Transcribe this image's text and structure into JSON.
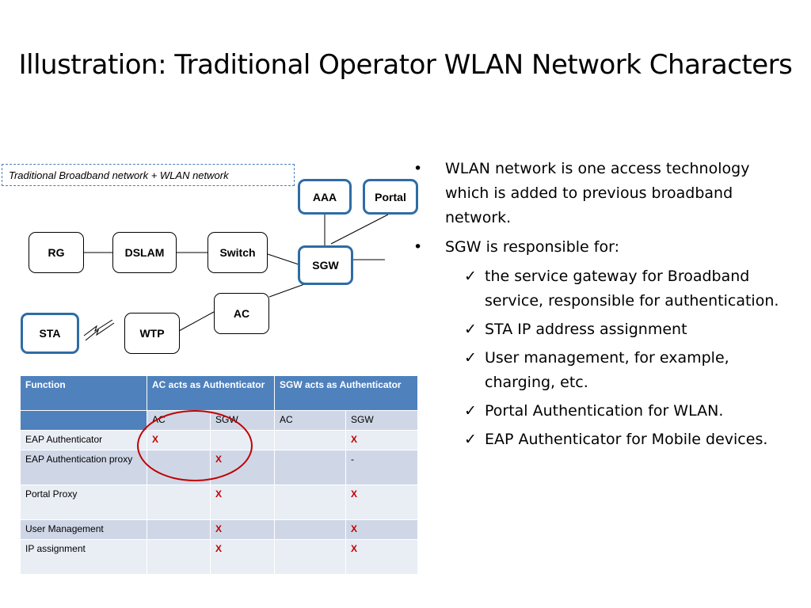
{
  "slide": {
    "title": "Illustration: Traditional Operator WLAN Network Characters"
  },
  "diagram": {
    "caption": "Traditional Broadband network + WLAN network",
    "nodes": {
      "aaa": "AAA",
      "portal": "Portal",
      "rg": "RG",
      "dslam": "DSLAM",
      "switch": "Switch",
      "sgw": "SGW",
      "ac": "AC",
      "sta": "STA",
      "wtp": "WTP"
    },
    "colors": {
      "highlight_border": "#2e6ca5"
    }
  },
  "table": {
    "header": {
      "function": "Function",
      "ac_auth": "AC acts as Authenticator",
      "sgw_auth": "SGW acts as Authenticator"
    },
    "subheader": {
      "ac1": "AC",
      "sgw1": "SGW",
      "ac2": "AC",
      "sgw2": "SGW"
    },
    "rows": [
      {
        "function": "EAP Authenticator",
        "c1": "X",
        "c2": "",
        "c3": "",
        "c4": "X"
      },
      {
        "function": "EAP Authentication proxy",
        "c1": "",
        "c2": "X",
        "c3": "",
        "c4": "-"
      },
      {
        "function": "Portal Proxy",
        "c1": "",
        "c2": "X",
        "c3": "",
        "c4": "X"
      },
      {
        "function": "User Management",
        "c1": "",
        "c2": "X",
        "c3": "",
        "c4": "X"
      },
      {
        "function": "IP assignment",
        "c1": "",
        "c2": "X",
        "c3": "",
        "c4": "X"
      }
    ],
    "colors": {
      "header": "#4f81bd",
      "mark": "#c00000",
      "circle": "#c00000"
    }
  },
  "bullets": {
    "dot": "•",
    "check": "✓",
    "items": [
      "WLAN network is one access technology which is added to previous broadband network.",
      "SGW is responsible for:"
    ],
    "sub_items": [
      "the service gateway for Broadband service, responsible for authentication.",
      "STA IP address assignment",
      "User management, for example, charging, etc.",
      "Portal Authentication for WLAN.",
      "EAP Authenticator  for Mobile devices."
    ]
  }
}
